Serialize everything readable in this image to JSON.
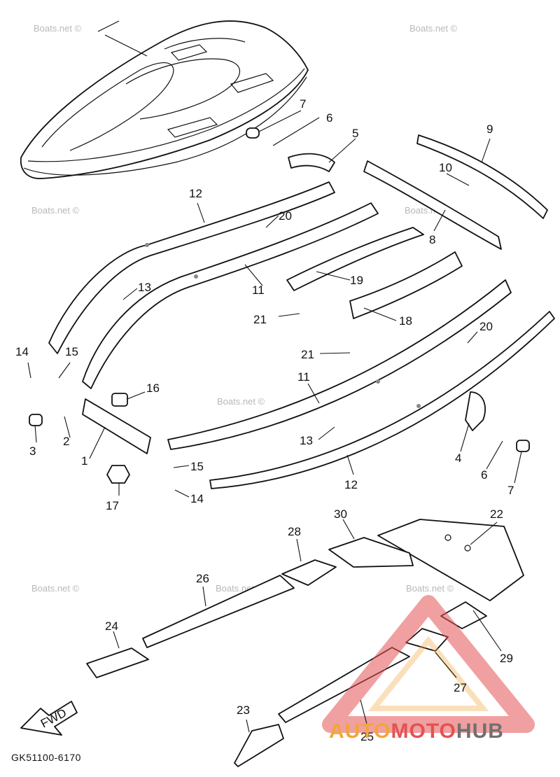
{
  "watermark": "Boats.net ©",
  "drawing_code": "GK51100-6170",
  "fwd_label": "FWD",
  "brand": {
    "part1": "AUTO",
    "part2": "MOTO",
    "part3": "HUB"
  },
  "colors": {
    "brand_orange": "#f2a63a",
    "brand_red": "#e45252",
    "brand_gray": "#707070",
    "line": "#111111"
  },
  "callouts": [
    "1",
    "2",
    "3",
    "4",
    "5",
    "6",
    "6",
    "7",
    "7",
    "8",
    "9",
    "10",
    "11",
    "11",
    "12",
    "12",
    "13",
    "13",
    "14",
    "14",
    "15",
    "15",
    "16",
    "17",
    "18",
    "19",
    "20",
    "20",
    "21",
    "21",
    "22",
    "23",
    "24",
    "25",
    "26",
    "27",
    "28",
    "29",
    "30"
  ]
}
